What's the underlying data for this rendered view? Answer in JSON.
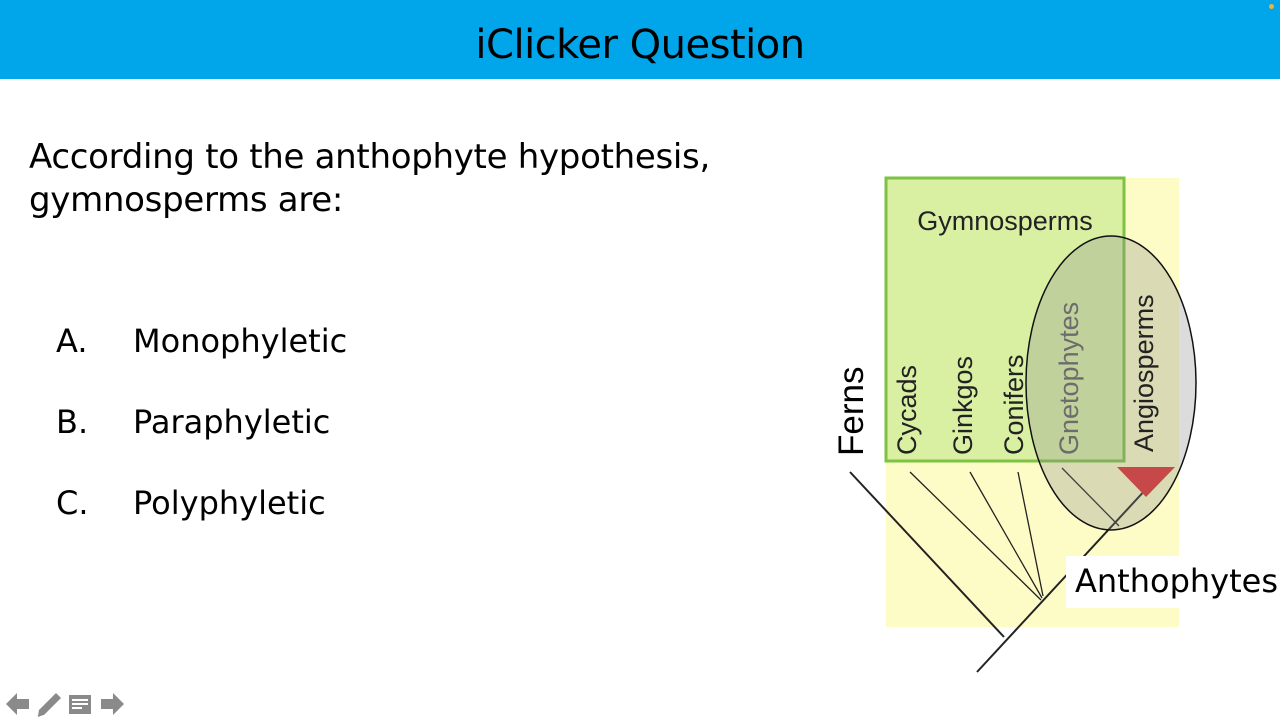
{
  "header": {
    "title": "iClicker Question"
  },
  "question": {
    "line1": "According to the anthophyte hypothesis,",
    "line2": "gymnosperms are:"
  },
  "options": [
    {
      "letter": "A.",
      "text": "Monophyletic"
    },
    {
      "letter": "B.",
      "text": "Paraphyletic"
    },
    {
      "letter": "C.",
      "text": "Polyphyletic"
    }
  ],
  "diagram": {
    "box_title": "Gymnosperms",
    "outgroup": "Ferns",
    "taxa": [
      "Cycads",
      "Ginkgos",
      "Conifers",
      "Gnetophytes",
      "Angiosperms"
    ],
    "clade_label": "Anthophytes",
    "colors": {
      "gymnosperm_box_fill": "#d9efa2",
      "gymnosperm_box_border": "#7dc242",
      "background_fill": "#fdfcc6",
      "angiosperm_triangle": "#e02b2b",
      "header_bar": "#00a5ea"
    }
  },
  "nav": {
    "icons": [
      "arrow-left-icon",
      "pen-icon",
      "menu-icon",
      "arrow-right-icon"
    ]
  }
}
